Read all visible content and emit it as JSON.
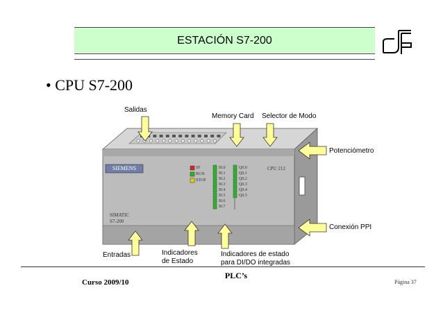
{
  "slide": {
    "title": "ESTACIÓN S7-200",
    "bullet": "CPU S7-200",
    "plcs": "PLC’s",
    "course": "Curso 2009/10",
    "page": "Página 37"
  },
  "device": {
    "brand": "SIEMENS",
    "model": "CPU 212",
    "simatic_line1": "SIMATIC",
    "simatic_line2": "S7-200",
    "status_leds": [
      {
        "label": "SF",
        "color": "#dd2222"
      },
      {
        "label": "RUN",
        "color": "#22bb22"
      },
      {
        "label": "STOP",
        "color": "#eecc00"
      }
    ],
    "inputs": [
      "I0.0",
      "I0.1",
      "I0.2",
      "I0.3",
      "I0.4",
      "I0.5",
      "I0.6",
      "I0.7"
    ],
    "outputs": [
      "Q0.0",
      "Q0.1",
      "Q0.2",
      "Q0.3",
      "Q0.4",
      "Q0.5"
    ],
    "led_color_on": "#22bb22"
  },
  "callouts": {
    "salidas": "Salidas",
    "memory_card": "Memory Card",
    "selector": "Selector de Modo",
    "potenciometro": "Potenciómetro",
    "conexion": "Conexión PPI",
    "entradas": "Entradas",
    "indicadores_estado_1": "Indicadores",
    "indicadores_estado_2": "de Estado",
    "indicadores_io_1": "Indicadores de estado",
    "indicadores_io_2": "para DI/DO integradas"
  },
  "colors": {
    "title_bg": "#ccffcc",
    "device_body": "#bcbcbc",
    "device_dark": "#8a8a8a",
    "arrow_fill": "#ffff99"
  }
}
